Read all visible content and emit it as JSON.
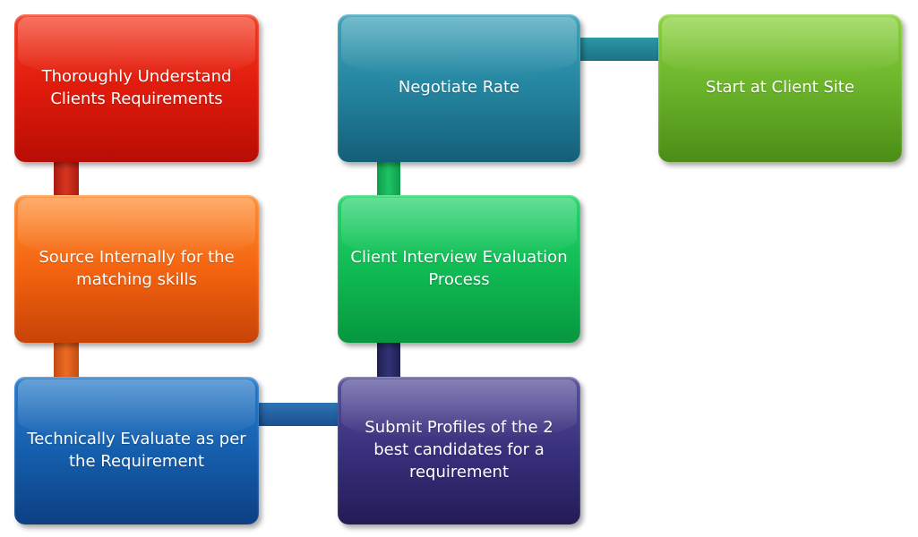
{
  "steps": [
    {
      "label": "Thoroughly Understand\nClients Requirements"
    },
    {
      "label": "Source Internally  for the\nmatching skills"
    },
    {
      "label": "Technically Evaluate as per\nthe Requirement"
    },
    {
      "label": "Submit Profiles of the 2\nbest candidates for a\nrequirement"
    },
    {
      "label": "Client Interview Evaluation\nProcess"
    },
    {
      "label": "Negotiate Rate"
    },
    {
      "label": "Start at Client Site"
    }
  ],
  "colors": {
    "step1": "#e01b0c",
    "step2": "#f46410",
    "step3": "#155fae",
    "step4": "#38307c",
    "step5": "#10bb54",
    "step6": "#2485a0",
    "step7": "#6bb32a"
  }
}
